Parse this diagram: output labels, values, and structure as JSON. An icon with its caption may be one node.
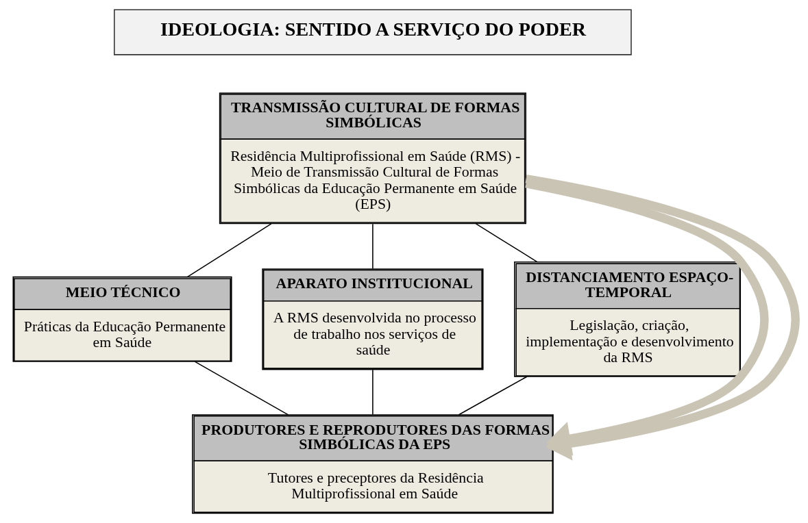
{
  "diagram": {
    "nodes": [
      {
        "text": [
          "IDEOLOGIA: SENTIDO A SERVIÇO DO PODER"
        ]
      },
      {
        "text": [
          "TRANSMISSÃO CULTURAL DE FORMAS SIMBÓLICAS",
          "Residência Multiprofissional em Saúde (RMS) - Meio de Transmissão Cultural de Formas Simbólicas da Educação Permanente em Saúde (EPS)"
        ]
      },
      {
        "text": [
          "MEIO TÉCNICO",
          "Práticas da Educação Permanente em Saúde"
        ]
      },
      {
        "text": [
          "APARATO INSTITUCIONAL",
          "A RMS desenvolvida no processo de trabalho nos serviços de saúde"
        ]
      },
      {
        "text": [
          "DISTANCIAMENTO ESPAÇO-TEMPORAL",
          "Legislação, criação, implementação e desenvolvimento da RMS"
        ]
      },
      {
        "text": [
          "PRODUTORES E REPRODUTORES DAS FORMAS SIMBÓLICAS DA EPS",
          "Tutores e preceptores da Residência Multiprofissional em Saúde"
        ]
      }
    ],
    "edges": [
      {
        "from": 1,
        "to": 2,
        "arrow": "none"
      },
      {
        "from": 1,
        "to": 3,
        "arrow": "none"
      },
      {
        "from": 1,
        "to": 4,
        "arrow": "none"
      },
      {
        "from": 2,
        "to": 5,
        "arrow": "none"
      },
      {
        "from": 3,
        "to": 5,
        "arrow": "none"
      },
      {
        "from": 4,
        "to": 5,
        "arrow": "none"
      },
      {
        "from": 1,
        "to": 5,
        "arrow": "to",
        "style": "thick",
        "color": "#c9c4b4"
      },
      {
        "from": 1,
        "to": 5,
        "arrow": "to",
        "style": "thick",
        "color": "#c9c4b4"
      }
    ]
  }
}
